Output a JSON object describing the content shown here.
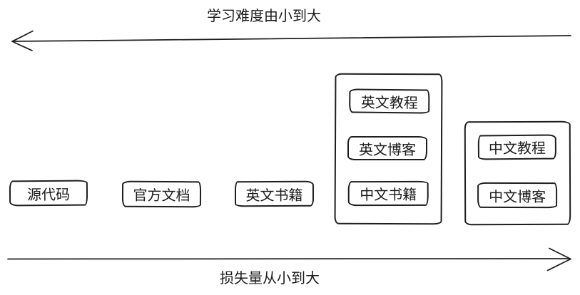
{
  "diagram": {
    "colors": {
      "stroke": "#1e1e1e",
      "text": "#1a1a1a",
      "background": "#ffffff"
    },
    "top_axis": {
      "label": "学习难度由小到大",
      "direction": "left"
    },
    "bottom_axis": {
      "label": "损失量从小到大",
      "direction": "right"
    },
    "nodes": [
      {
        "label": "源代码"
      },
      {
        "label": "官方文档"
      },
      {
        "label": "英文书籍"
      }
    ],
    "groups": [
      {
        "items": [
          {
            "label": "英文教程"
          },
          {
            "label": "英文博客"
          },
          {
            "label": "中文书籍"
          }
        ]
      },
      {
        "items": [
          {
            "label": "中文教程"
          },
          {
            "label": "中文博客"
          }
        ]
      }
    ]
  }
}
